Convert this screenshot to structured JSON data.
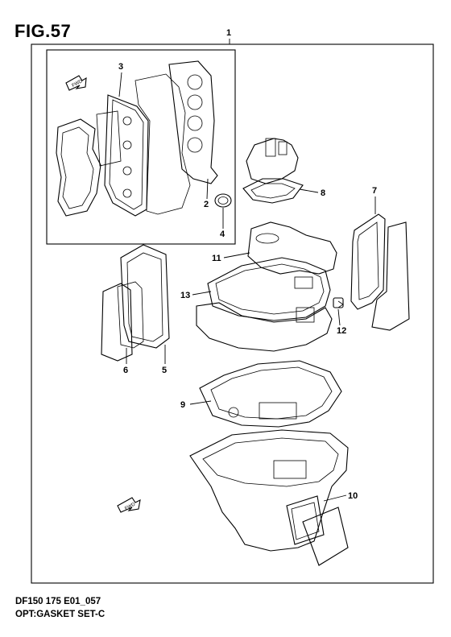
{
  "figure": {
    "title": "FIG.57",
    "model_code": "DF150 175 E01_057",
    "caption": "OPT:GASKET SET-C"
  },
  "callouts": [
    "1",
    "2",
    "3",
    "4",
    "5",
    "6",
    "7",
    "8",
    "9",
    "10",
    "11",
    "12",
    "13"
  ],
  "direction_arrows": [
    "FWD",
    "FWD"
  ]
}
